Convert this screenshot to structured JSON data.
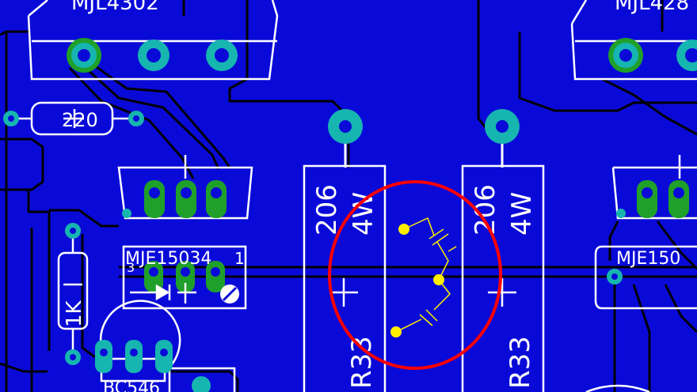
{
  "board": {
    "background_color": "#0a0ad8",
    "trace_color": "#000000",
    "silkscreen_color": "#ffffff",
    "pad_ring_color": "#17b5b0",
    "pad_green_color": "#1fa02a",
    "drill_color": "#0a0ad8",
    "highlight_circle_color": "#ff0000",
    "annotation_color": "#ffee00"
  },
  "components": {
    "q1_label": "MJL4302",
    "q2_label": "MJL428",
    "r_220_label": "220",
    "mje_left_label": "MJE15034",
    "mje_right_label": "MJE150",
    "pin_3_label": "3",
    "pin_1_label": "1",
    "r_1k_label": "1K",
    "bc_label": "BC546",
    "r33_left_label": "R33",
    "r33_right_label": "R33",
    "r33_left_value": "206",
    "r33_left_power": "4W",
    "r33_right_value": "206",
    "r33_right_power": "4W"
  }
}
